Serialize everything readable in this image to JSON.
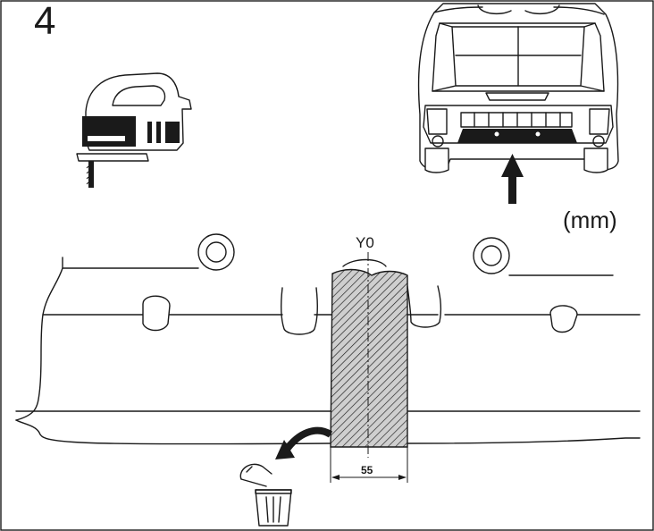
{
  "step": {
    "number": "4"
  },
  "units": {
    "label": "(mm)"
  },
  "cut": {
    "reference_label": "Y0",
    "width_label": "55"
  },
  "icons": {
    "tool": "jigsaw-icon",
    "vehicle": "vehicle-rear-view-icon",
    "direction": "arrow-up-icon",
    "discard_arrow": "curved-arrow-icon",
    "discard": "trash-can-icon"
  },
  "colors": {
    "ink": "#1a1a1a",
    "paper": "#ffffff",
    "hatch": "#cfcfcf"
  }
}
